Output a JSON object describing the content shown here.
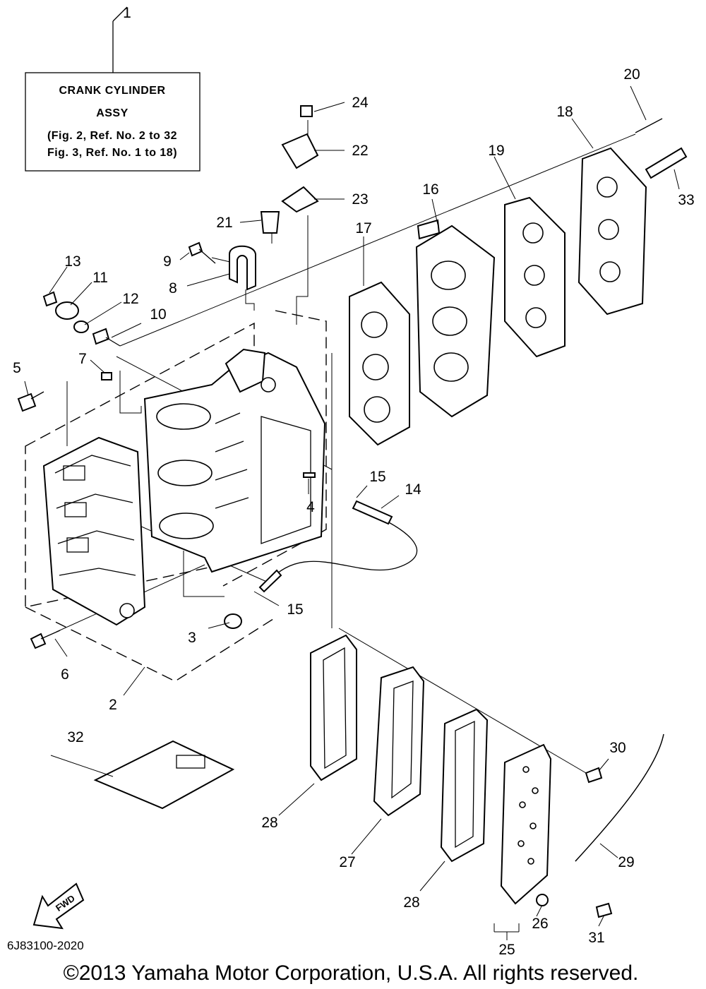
{
  "diagram": {
    "title_box": {
      "line1": "CRANK CYLINDER",
      "line2": "ASSY",
      "line3": "(Fig. 2, Ref. No. 2 to 32",
      "line4": "Fig. 3, Ref. No. 1 to 18)"
    },
    "fwd_label": "FWD",
    "drawing_code": "6J83100-2020",
    "copyright": "©2013 Yamaha Motor Corporation, U.S.A. All rights reserved.",
    "callouts": [
      "1",
      "2",
      "3",
      "4",
      "5",
      "6",
      "7",
      "8",
      "9",
      "10",
      "11",
      "12",
      "13",
      "14",
      "15",
      "15",
      "16",
      "17",
      "18",
      "19",
      "20",
      "21",
      "22",
      "23",
      "24",
      "25",
      "26",
      "27",
      "28",
      "28",
      "29",
      "30",
      "31",
      "32",
      "33"
    ]
  }
}
